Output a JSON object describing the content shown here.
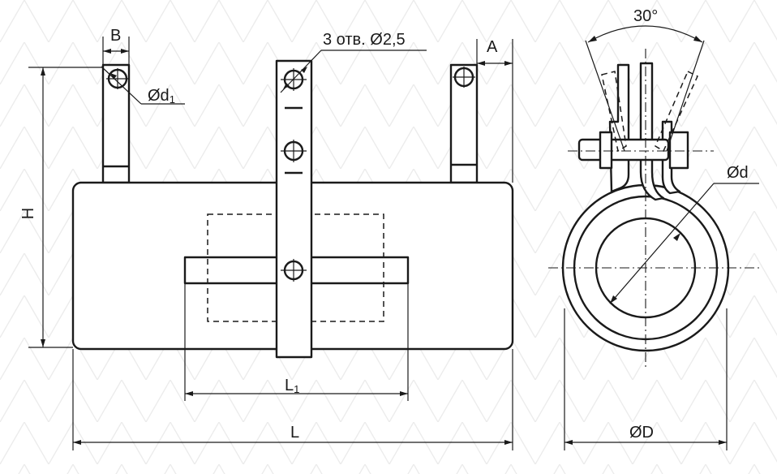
{
  "labels": {
    "width_B": "B",
    "width_A": "A",
    "holes_note": "3 отв. Ø2,5",
    "hole_diameter": "Ød",
    "hole_diameter_sub": "1",
    "height": "H",
    "length_L1": "L",
    "length_L1_sub": "1",
    "length_L": "L",
    "angle": "30°",
    "inner_diameter": "Ød",
    "outer_diameter": "ØD"
  }
}
